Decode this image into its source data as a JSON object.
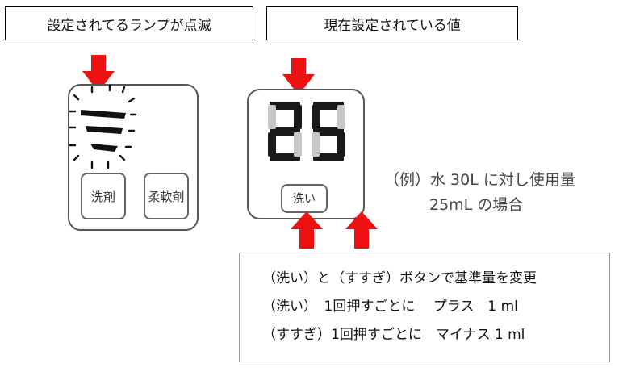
{
  "labels": {
    "left": "設定されてるランプが点滅",
    "right": "現在設定されている値"
  },
  "panel_left": {
    "wash_button": "洗剤",
    "softener_button": "柔軟剤"
  },
  "panel_right": {
    "display_value": "25",
    "wash_button": "洗い"
  },
  "example": {
    "line1": "（例）水 30L に対し使用量",
    "line2": "25mL の場合"
  },
  "info": {
    "line1": "（洗い）と（すすぎ）ボタンで基準量を変更",
    "line2": "（洗い）　1回押すごとに　 プラス　1 ml",
    "line3": "（すすぎ）1回押すごとに　マイナス 1 ml"
  },
  "colors": {
    "arrow": "#ee1111",
    "segment": "#1a1a1a",
    "segment_dim": "#c8c8c8"
  }
}
